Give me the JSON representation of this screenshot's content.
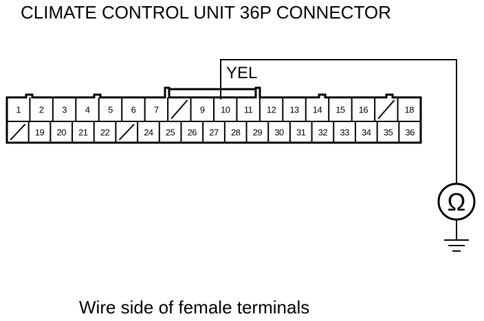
{
  "title": "CLIMATE CONTROL UNIT 36P CONNECTOR",
  "wire_color": "YEL",
  "meter_symbol": "Ω",
  "caption": "Wire side of female terminals",
  "connector": {
    "top_row": [
      "1",
      "2",
      "3",
      "4",
      "5",
      "6",
      "7",
      "",
      "9",
      "10",
      "11",
      "12",
      "13",
      "14",
      "15",
      "16",
      "",
      "18"
    ],
    "bottom_row": [
      "",
      "19",
      "20",
      "21",
      "22",
      "",
      "24",
      "25",
      "26",
      "27",
      "28",
      "29",
      "30",
      "31",
      "32",
      "33",
      "34",
      "35",
      "36"
    ]
  },
  "icons": {
    "meter": "ohmmeter-icon",
    "ground": "ground-icon",
    "empty_cavity": "blank-cavity-icon"
  }
}
